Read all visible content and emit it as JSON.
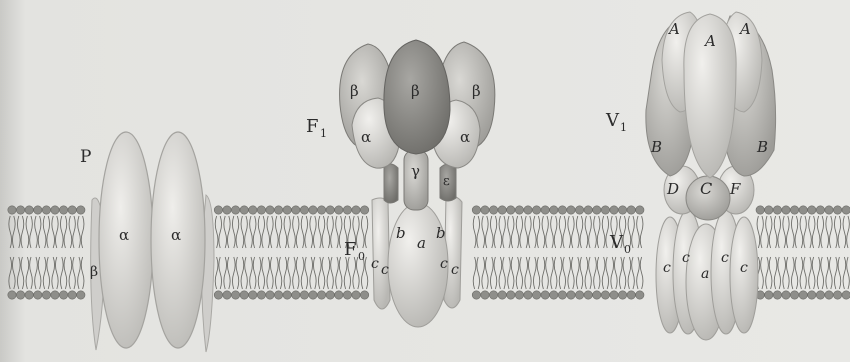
{
  "labels": {
    "p_pump": "P",
    "p_alpha_left": "α",
    "p_alpha_right": "α",
    "p_beta": "β",
    "f1": "F",
    "f1_sub": "1",
    "f0": "F",
    "f0_sub": "0",
    "f_beta_left": "β",
    "f_beta_center": "β",
    "f_beta_right": "β",
    "f_alpha_left": "α",
    "f_alpha_right": "α",
    "f_gamma": "γ",
    "f_epsilon": "ε",
    "f_b_left": "b",
    "f_a": "a",
    "f_b_right": "b",
    "f_c1": "c",
    "f_c2": "c",
    "f_c3": "c",
    "f_c4": "c",
    "v1": "V",
    "v1_sub": "1",
    "v0": "V",
    "v0_sub": "0",
    "v_a_left": "A",
    "v_a_center": "A",
    "v_a_right": "A",
    "v_b_left": "B",
    "v_b_right": "B",
    "v_d": "D",
    "v_c_big": "C",
    "v_f": "F",
    "v_c1": "c",
    "v_c2": "c",
    "v_a_sub": "a",
    "v_c3": "c",
    "v_c4": "c"
  },
  "colors": {
    "background": "#e6e6e4",
    "lipid_head": "#8e8e8a",
    "lipid_tail": "#6e6e6a",
    "p_pump_fill": "#d4d3cf",
    "f1_dark": "#8f8f8b",
    "f1_light": "#d0cfcb",
    "v1_mid": "#b9b8b4",
    "v1_light": "#dedcd8"
  }
}
